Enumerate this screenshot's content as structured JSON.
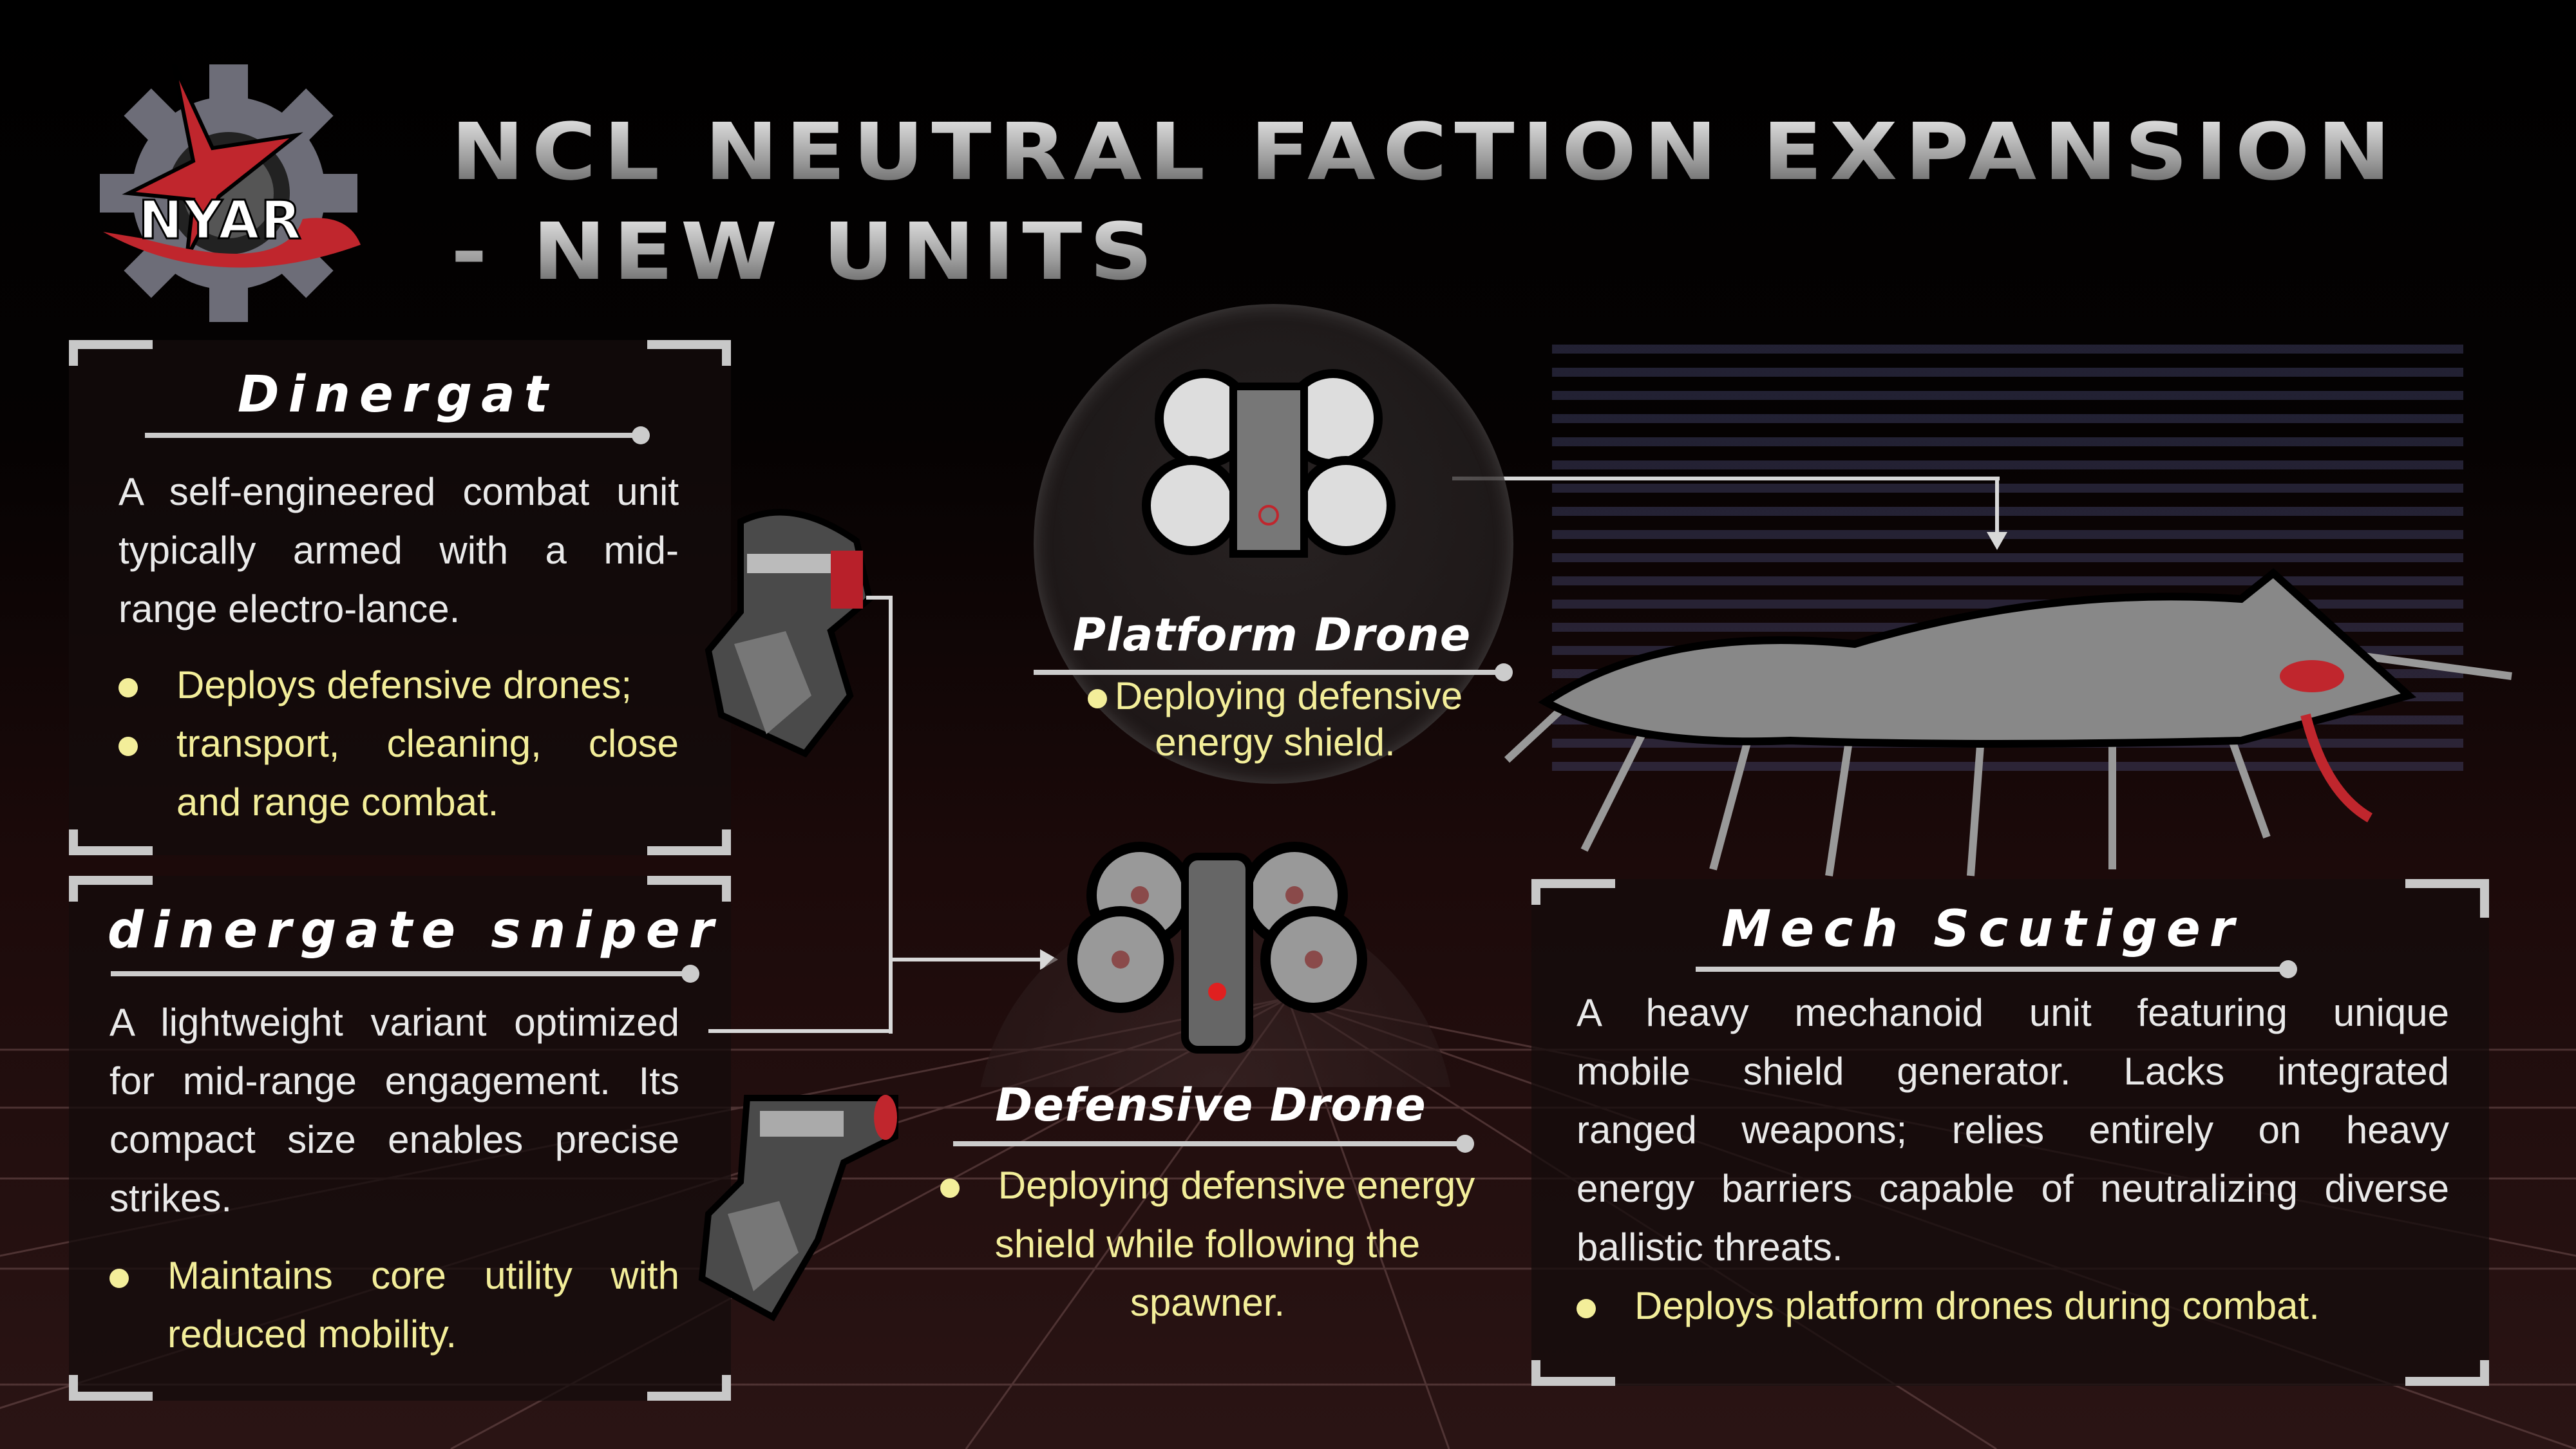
{
  "logo": {
    "text": "NYAR"
  },
  "header": {
    "title_line1": "NCL NEUTRAL FACTION EXPANSION",
    "title_line2": "- NEW UNITS"
  },
  "dinergat": {
    "title": "Dinergat",
    "desc_lines": [
      "A self-engineered combat unit",
      "typically armed with a mid-",
      "range electro-lance."
    ],
    "bullets": [
      "Deploys defensive drones;",
      "transport, cleaning, close",
      "and range combat."
    ]
  },
  "sniper": {
    "title": "dinergate sniper",
    "desc_lines": [
      "A lightweight variant optimized",
      "for mid-range engagement. Its",
      "compact size enables precise",
      "strikes."
    ],
    "bullets": [
      "Maintains core utility with",
      "reduced mobility."
    ]
  },
  "platform_drone": {
    "title": "Platform Drone",
    "bullets": [
      "Deploying defensive",
      "energy shield."
    ]
  },
  "defensive_drone": {
    "title": "Defensive Drone",
    "bullets": [
      "Deploying defensive energy",
      "shield while following the",
      "spawner."
    ]
  },
  "mech_scutiger": {
    "title": "Mech Scutiger",
    "desc_lines": [
      "A heavy mechanoid unit featuring unique",
      "mobile shield generator. Lacks integrated",
      "ranged weapons; relies entirely on heavy",
      "energy barriers capable of neutralizing diverse",
      "ballistic threats."
    ],
    "bullets": [
      "Deploys platform drones during combat."
    ]
  },
  "colors": {
    "accent_red": "#c0262d",
    "bullet_yellow": "#f3ee9a",
    "frame": "#c8c8c8"
  }
}
